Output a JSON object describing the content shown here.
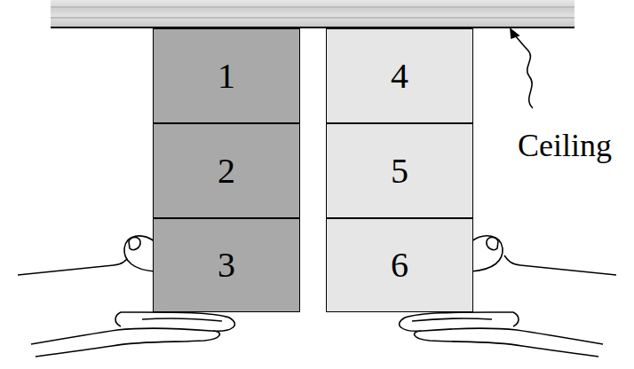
{
  "diagram": {
    "nodes": [
      {
        "text": [
          "1"
        ]
      },
      {
        "text": [
          "2"
        ]
      },
      {
        "text": [
          "3"
        ]
      },
      {
        "text": [
          "4"
        ]
      },
      {
        "text": [
          "5"
        ]
      },
      {
        "text": [
          "6"
        ]
      }
    ],
    "labels": [
      "Ceiling"
    ]
  }
}
